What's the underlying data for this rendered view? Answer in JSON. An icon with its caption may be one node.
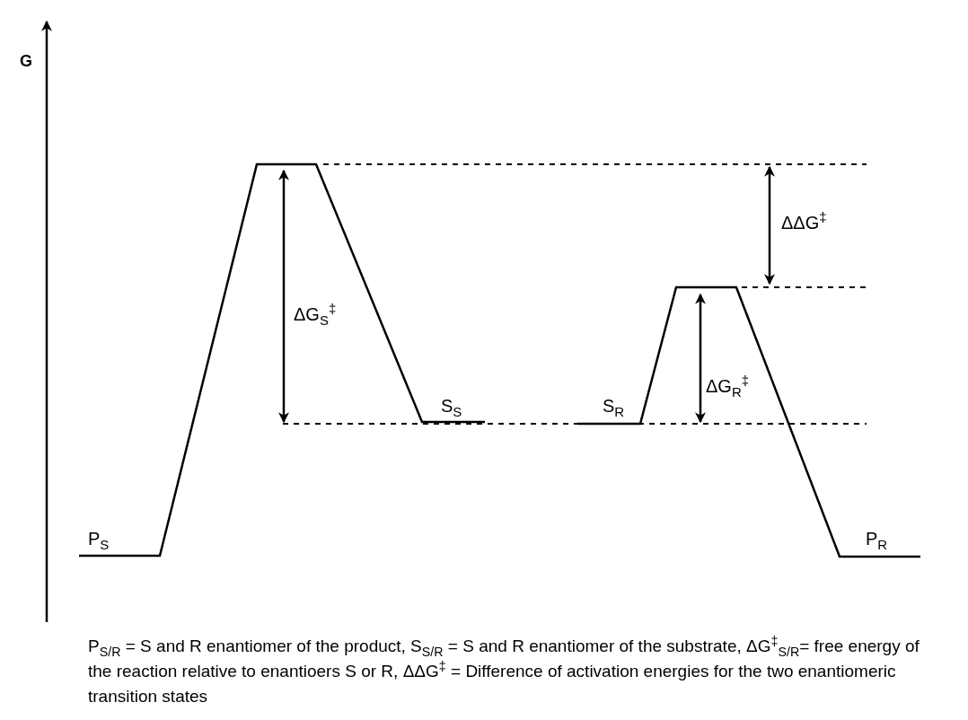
{
  "diagram": {
    "caption": "P$_{S/R}$ = S and R enantiomer of the product, S$_{S/R}$ = S and R enantiomer of the substrate, ΔG$^{‡}$$_{S/R}$= free energy of the reaction relative to enantioers S or R, ΔΔG$^{‡}$ = Difference of activation energies for the two enantiomeric transition states",
    "labels": [
      "G",
      "ΔΔG$^{‡}$",
      "ΔG$_{S}$$^{‡}$",
      "ΔG$_{R}$$^{‡}$",
      "S$_{S}$",
      "S$_{R}$",
      "P$_{S}$",
      "P$_{R}$"
    ]
  }
}
